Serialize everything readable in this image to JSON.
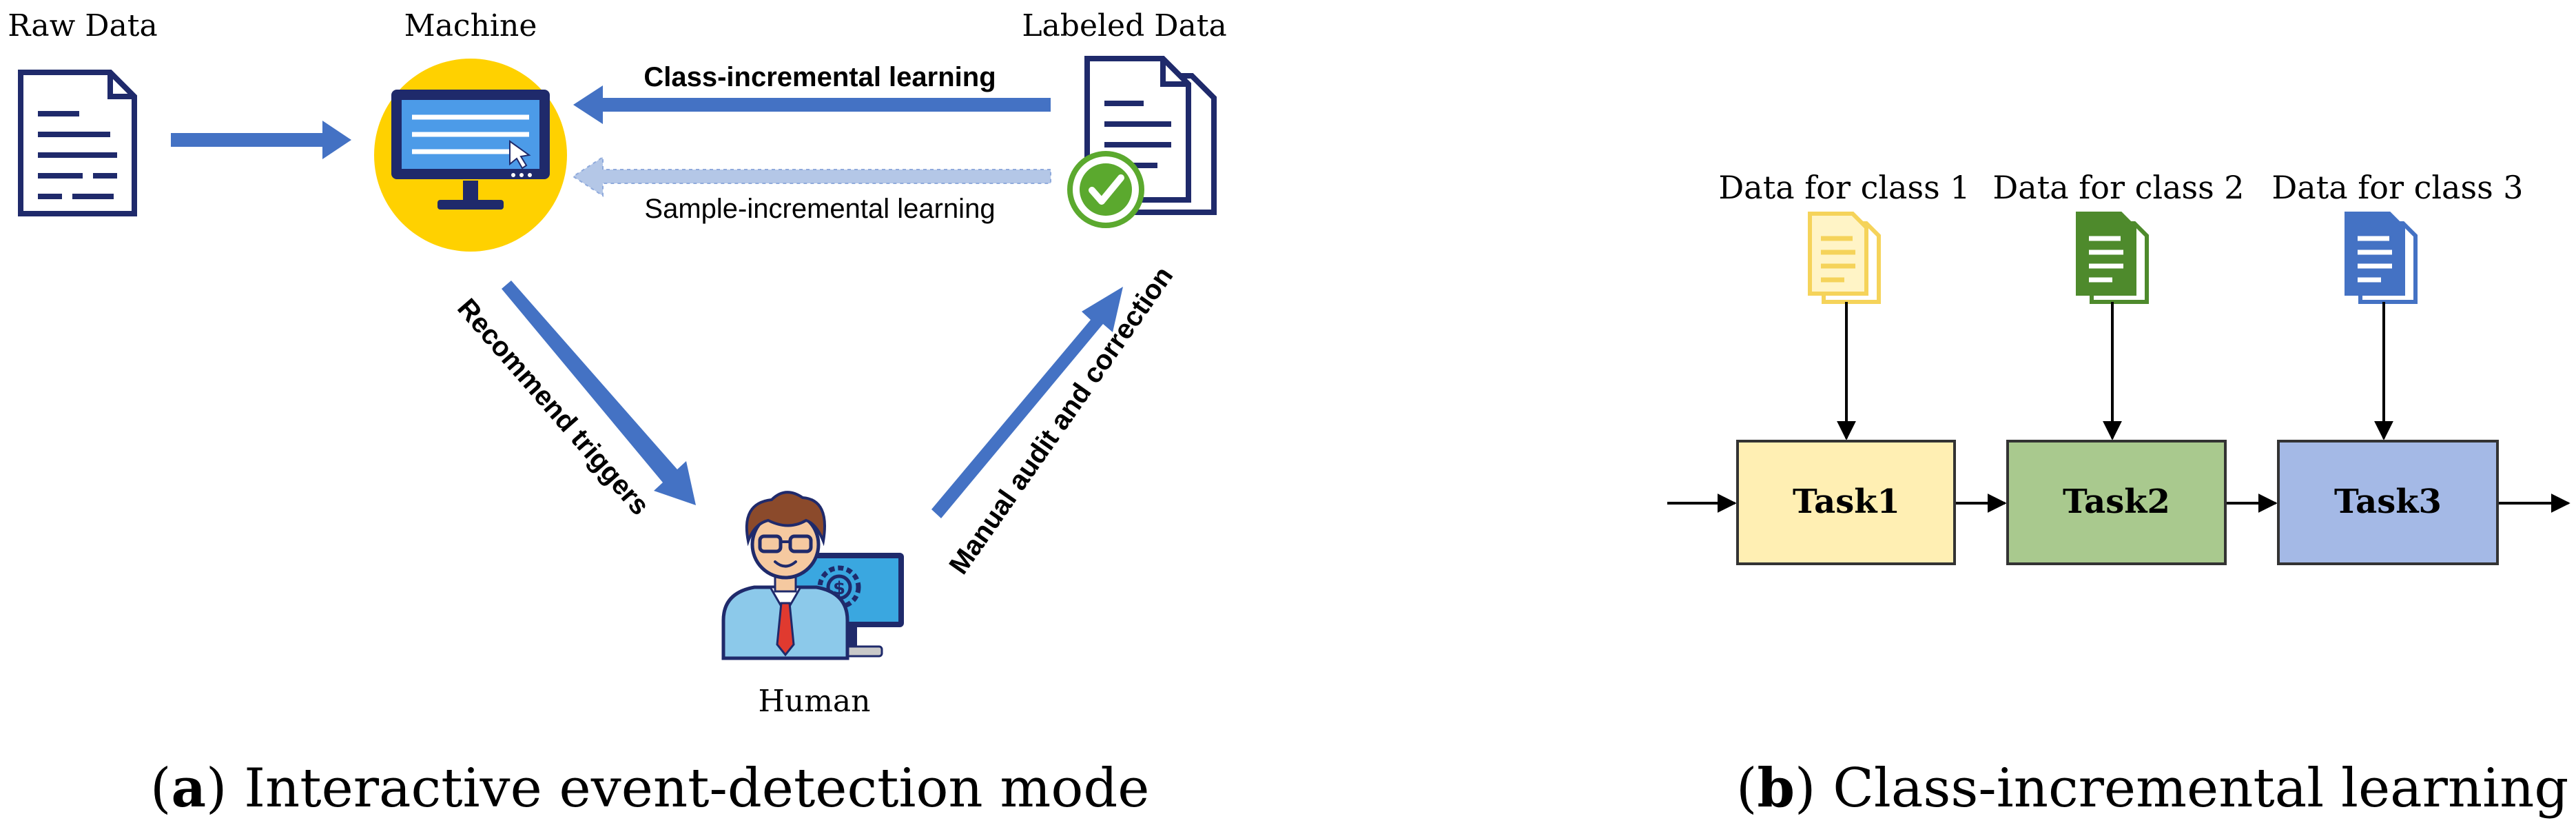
{
  "panel_a": {
    "nodes": {
      "raw_data": "Raw Data",
      "machine": "Machine",
      "labeled_data": "Labeled Data",
      "human": "Human"
    },
    "edges": {
      "class_incremental": "Class-incremental learning",
      "sample_incremental": "Sample-incremental learning",
      "recommend_triggers": "Recommend triggers",
      "manual_audit": "Manual audit and correction"
    },
    "caption": {
      "letter": "a",
      "text": "Interactive event-detection mode"
    }
  },
  "panel_b": {
    "sources": [
      {
        "label": "Data for class 1",
        "color": "#F5D35A"
      },
      {
        "label": "Data for class 2",
        "color": "#4E8A2C"
      },
      {
        "label": "Data for class 3",
        "color": "#4472C4"
      }
    ],
    "tasks": [
      {
        "label": "Task1",
        "fill": "#FFEFB3"
      },
      {
        "label": "Task2",
        "fill": "#A9C98E"
      },
      {
        "label": "Task3",
        "fill": "#A4B9E6"
      }
    ],
    "caption": {
      "letter": "b",
      "text": "Class-incremental learning"
    }
  },
  "colors": {
    "arrow_blue": "#4472C4",
    "arrow_light": "#B4C7E7",
    "navy": "#1F2A6B",
    "machine_circle": "#FFD100",
    "check_green": "#5BA92E"
  },
  "icons": [
    "document-icon",
    "computer-icon",
    "labeled-document-icon",
    "check-icon",
    "human-icon",
    "data-document-icon"
  ]
}
